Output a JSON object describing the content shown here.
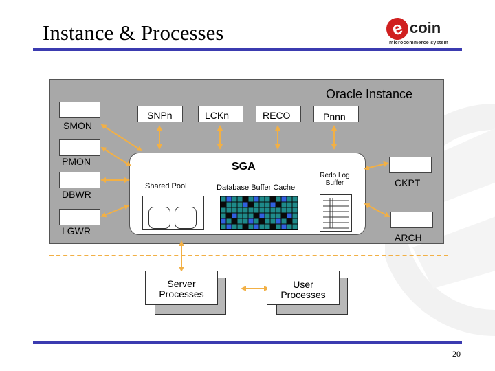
{
  "slide": {
    "title": "Instance & Processes",
    "page_number": "20"
  },
  "logo": {
    "mark": "e",
    "word": "coin",
    "tagline": "microcommerce system"
  },
  "instance": {
    "label": "Oracle Instance",
    "top_processes": {
      "snp": "SNPn",
      "lck": "LCKn",
      "reco": "RECO",
      "pnnn": "Pnnn"
    },
    "left_processes": {
      "smon": "SMON",
      "pmon": "PMON",
      "dbwr": "DBWR",
      "lgwr": "LGWR"
    },
    "right_processes": {
      "ckpt": "CKPT",
      "arch": "ARCH"
    },
    "sga": {
      "title": "SGA",
      "shared_pool": "Shared Pool",
      "buffer_cache": "Database Buffer Cache",
      "redo_log": "Redo Log Buffer"
    }
  },
  "processes": {
    "server": "Server Processes",
    "user": "User Processes"
  },
  "colors": {
    "rule": "#3b3bb0",
    "instance_fill": "#a8a8a8",
    "arrow": "#f2b045",
    "cache_teal": "#1e8a8a",
    "cache_blue": "#3060e0",
    "cache_dark": "#0a0a0a"
  }
}
